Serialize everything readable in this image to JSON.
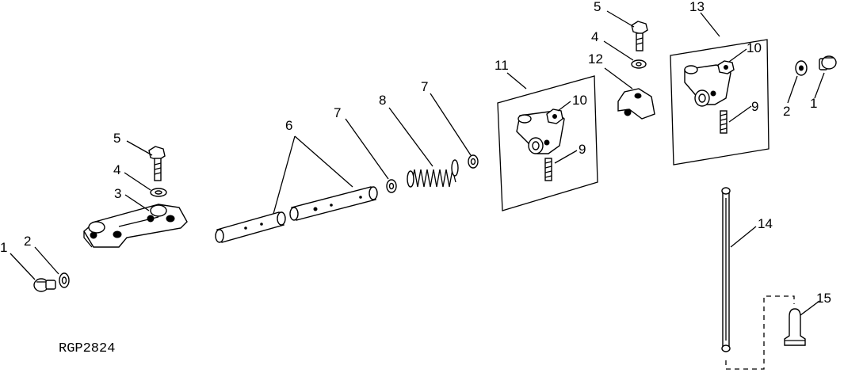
{
  "drawing_code": "RGP2824",
  "callouts": {
    "l_1": "1",
    "l_2": "2",
    "l_3": "3",
    "l_4": "4",
    "l_5": "5",
    "l_6": "6",
    "l_7a": "7",
    "l_7b": "7",
    "l_8": "8",
    "l_11": "11",
    "l_10a": "10",
    "l_9a": "9",
    "l_12": "12",
    "l_5b": "5",
    "l_4b": "4",
    "l_13": "13",
    "l_10b": "10",
    "l_9b": "9",
    "l_2b": "2",
    "l_1b": "1",
    "l_14": "14",
    "l_15": "15"
  }
}
